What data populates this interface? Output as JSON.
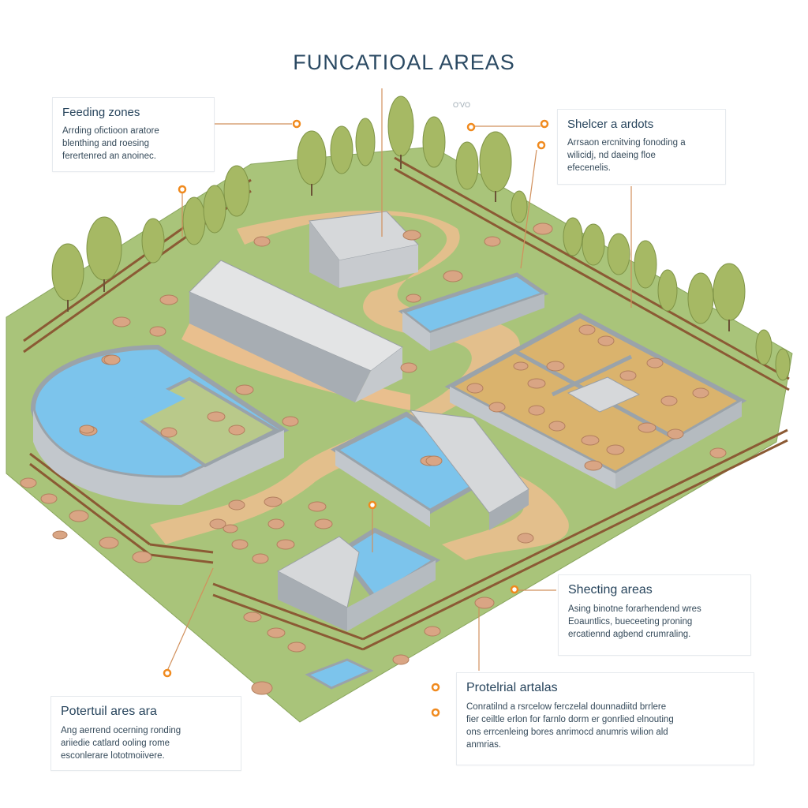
{
  "title": "FUNCATIOAL AREAS",
  "small_mark": "O’VO",
  "callouts": [
    {
      "heading": "Feeding zones",
      "lines": [
        "Arrding ofictioon aratore",
        "blenthing and roesing",
        "ferertenred an anoinec."
      ]
    },
    {
      "heading": "Shelcer a ardots",
      "lines": [
        "Arrsaon ercnitving fonoding a",
        "wilicidj, nd daeing floe",
        "efecenelis."
      ]
    },
    {
      "heading": "Shecting areas",
      "lines": [
        "Asing binotne forarhendend wres",
        "Eoauntlics, bueceeting proning",
        "ercatiennd agbend crumraling."
      ]
    },
    {
      "heading": "Protelrial artalas",
      "lines": [
        "Conratilnd a rsrcelow ferczelal dounnadiitd brrlere",
        "fier ceiltle erlon for farnlo dorm er gonrlied elnouting",
        "ons errcenleing bores anrimocd anumris wilion ald",
        "anmrias."
      ]
    },
    {
      "heading": "Potertuil ares ara",
      "lines": [
        "Ang aerrend ocerning ronding",
        "ariiedie catlard ooling rome",
        "esconlerare lototmoiivere."
      ]
    }
  ],
  "colors": {
    "grass": "#a9c47a",
    "path": "#e9bf8e",
    "water": "#7cc4ec",
    "shed": "#c9ccd0",
    "pig": "#d9a584",
    "tree": "#a6b964",
    "fence": "#8b5a34",
    "title": "#2b4a63",
    "marker": "#f08a1e"
  }
}
